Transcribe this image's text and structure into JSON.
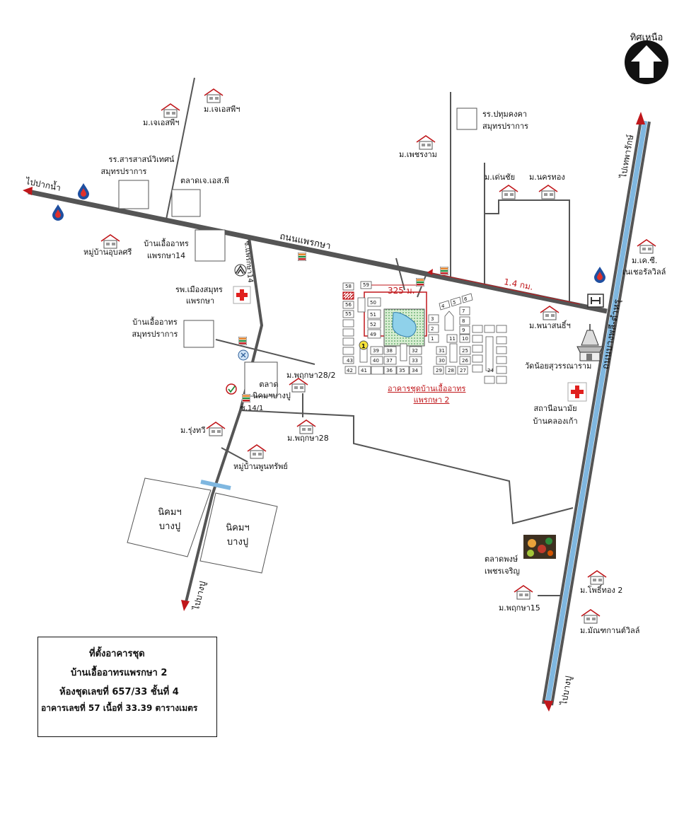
{
  "north": {
    "label": "ทิศเหนือ"
  },
  "roads": {
    "praeksa": "ถนนแพรกษา",
    "bangphli": "ถนนบางพลี-ตำหรุ",
    "to_paknam": "ไปปากน้ำ",
    "to_thepharak": "ไปเทพารักษ์",
    "to_bangpoo_left": "ไปบางปู",
    "to_bangpoo_right": "ไปบางปู",
    "soi_praeksa14": "ซ.แพรกษา14",
    "soi_14_1": "ซ.14/1"
  },
  "distances": {
    "d325": "325 ม.",
    "d14": "1.4 กม."
  },
  "places": {
    "jsp_village": "ม.เจเอสพีฯ",
    "jsp_village2": "ม.เจเอสพีฯ",
    "sarasas_school_1": "รร.สารสาสน์วิเทศน์",
    "sarasas_school_2": "สมุทรปราการ",
    "jsp_market": "ตลาดเจ.เอส.พี",
    "ubonsri_village": "หมู่บ้านอุบลศรี",
    "euarthorn14_1": "บ้านเอื้ออาทร",
    "euarthorn14_2": "แพรกษา14",
    "hospital_1": "รพ.เมืองสมุทร",
    "hospital_2": "แพรกษา",
    "euarthorn_sp_1": "บ้านเอื้ออาทร",
    "euarthorn_sp_2": "สมุทรปราการ",
    "nikom_market_1": "ตลาด",
    "nikom_market_2": "นิคมฯบางปู",
    "pruksa28_2": "ม.พฤกษา28/2",
    "pruksa28": "ม.พฤกษา28",
    "rungthawee": "ม.รุ่งทวี",
    "poonsap": "หมู่บ้านพูนทรัพย์",
    "nikom_a_1": "นิคมฯ",
    "nikom_a_2": "บางปู",
    "nikom_b_1": "นิคมฯ",
    "nikom_b_2": "บางปู",
    "pathum_school_1": "รร.ปทุมคงคา",
    "pathum_school_2": "สมุทรปราการ",
    "petchngam": "ม.เพชรงาม",
    "denchai": "ม.เด่นชัย",
    "nakornthong": "ม.นครทอง",
    "kc_village_1": "ม.เค.ซี.",
    "kc_village_2": "เนเชอรัลวิลล์",
    "panasin": "ม.พนาสนธิ์ฯ",
    "wat_1": "วัดน้อยสุวรรณาราม",
    "health_1": "สถานีอนามัย",
    "health_2": "บ้านคลองเก้า",
    "market_petch_1": "ตลาดพงษ์",
    "market_petch_2": "เพชรเจริญ",
    "photong": "ม.โพธิ์ทอง 2",
    "pruksa15": "ม.พฤกษา15",
    "manthana": "ม.มัณฑกานต์วิลล์",
    "project_1": "อาคารชุดบ้านเอื้ออาทร",
    "project_2": "แพรกษา 2"
  },
  "buildings": {
    "left_col": [
      "58",
      "59",
      "57",
      "56",
      "55",
      "50",
      "51",
      "52",
      "49"
    ],
    "mid": [
      "39",
      "38",
      "40",
      "37",
      "42",
      "41",
      "36",
      "35",
      "34",
      "33",
      "43",
      "32"
    ],
    "right": [
      "3",
      "4",
      "5",
      "6",
      "7",
      "8",
      "9",
      "2",
      "1",
      "11",
      "10",
      "31",
      "30",
      "29",
      "28",
      "27",
      "26",
      "25",
      "24"
    ],
    "marker": "1"
  },
  "legend": {
    "line1": "ที่ตั้งอาคารชุด",
    "line2": "บ้านเอื้ออาทรแพรกษา 2",
    "line3": "ห้องชุดเลขที่ 657/33  ชั้นที่ 4",
    "line4": "อาคารเลขที่ 57  เนื้อที่ 33.39  ตารางเมตร"
  },
  "colors": {
    "road": "#555555",
    "red": "#c0171b",
    "blue_road": "#7fb7e0",
    "green": "#2a8a3a"
  }
}
